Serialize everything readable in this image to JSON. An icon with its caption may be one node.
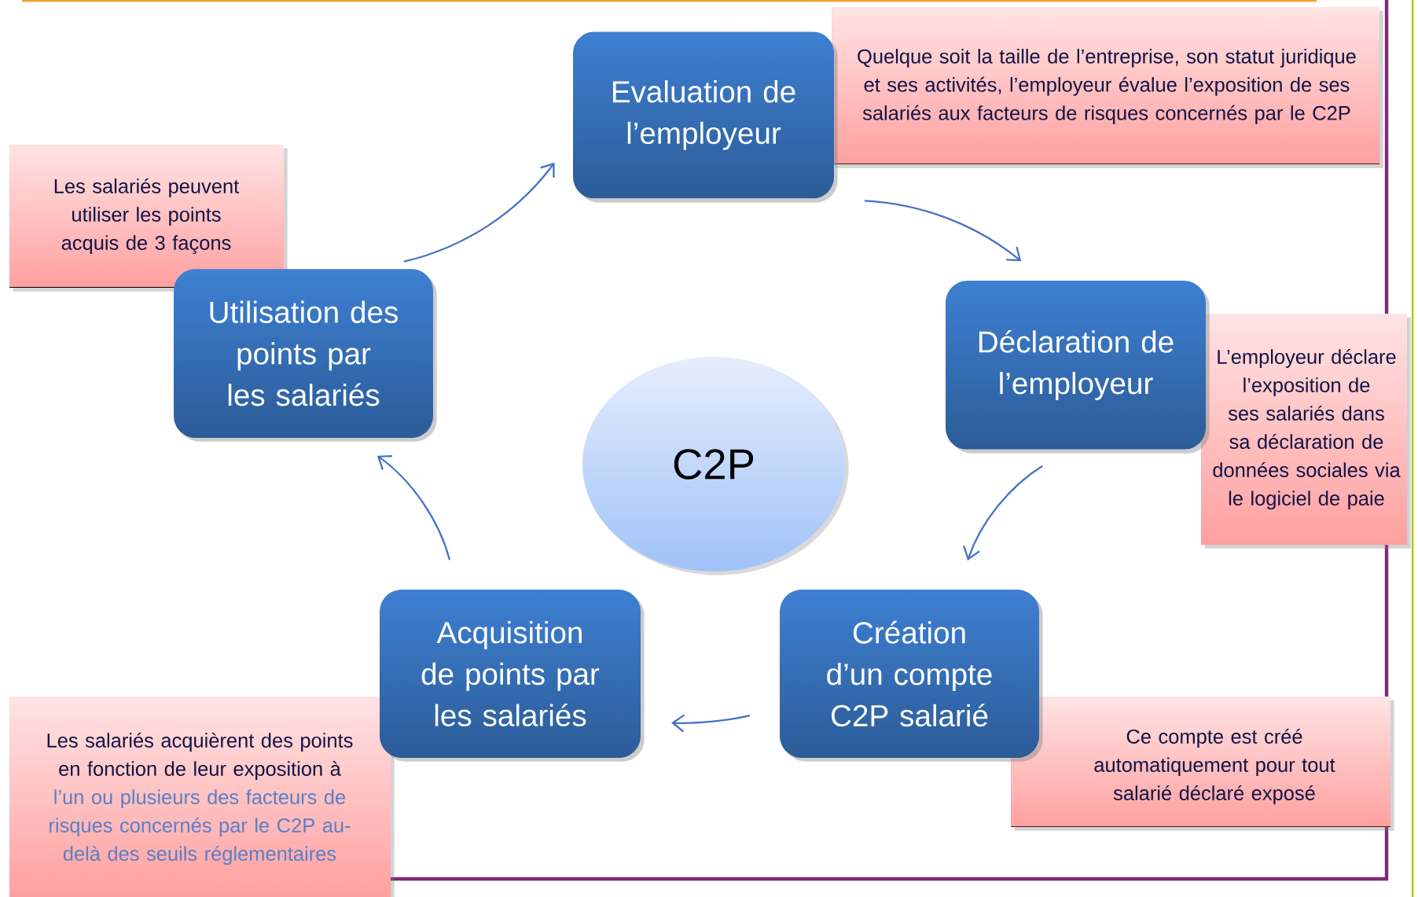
{
  "diagram": {
    "nodes": [
      {
        "text": [
          "Evaluation de l’employeur"
        ]
      },
      {
        "text": [
          "Quelque soit la taille de l’entreprise, son statut juridique et ses activités, l’employeur évalue l’exposition de ses salariés aux facteurs de risques concernés par le C2P"
        ]
      },
      {
        "text": [
          "Déclaration de l’employeur"
        ]
      },
      {
        "text": [
          "L’employeur déclare l’exposition de ses salariés dans sa déclaration de données sociales via le logiciel de paie"
        ]
      },
      {
        "text": [
          "Création d’un compte C2P salarié"
        ]
      },
      {
        "text": [
          "Ce compte est créé automatiquement pour tout salarié déclaré exposé"
        ]
      },
      {
        "text": [
          "Acquisition de points par les salariés"
        ]
      },
      {
        "text": [
          "Les salariés acquièrent des points en fonction de leur exposition à",
          "l’un ou plusieurs des facteurs de risques concernés par le C2P au-delà des seuils réglementaires"
        ]
      },
      {
        "text": [
          "Utilisation des points par les salariés"
        ]
      },
      {
        "text": [
          "Les salariés peuvent utiliser les points acquis de 3 façons"
        ]
      },
      {
        "text": [
          "C2P"
        ]
      }
    ],
    "edges": [
      {
        "from": 0,
        "to": 2,
        "arrow": "to"
      },
      {
        "from": 2,
        "to": 4,
        "arrow": "to"
      },
      {
        "from": 4,
        "to": 6,
        "arrow": "to"
      },
      {
        "from": 6,
        "to": 8,
        "arrow": "to"
      },
      {
        "from": 8,
        "to": 0,
        "arrow": "to"
      }
    ]
  }
}
